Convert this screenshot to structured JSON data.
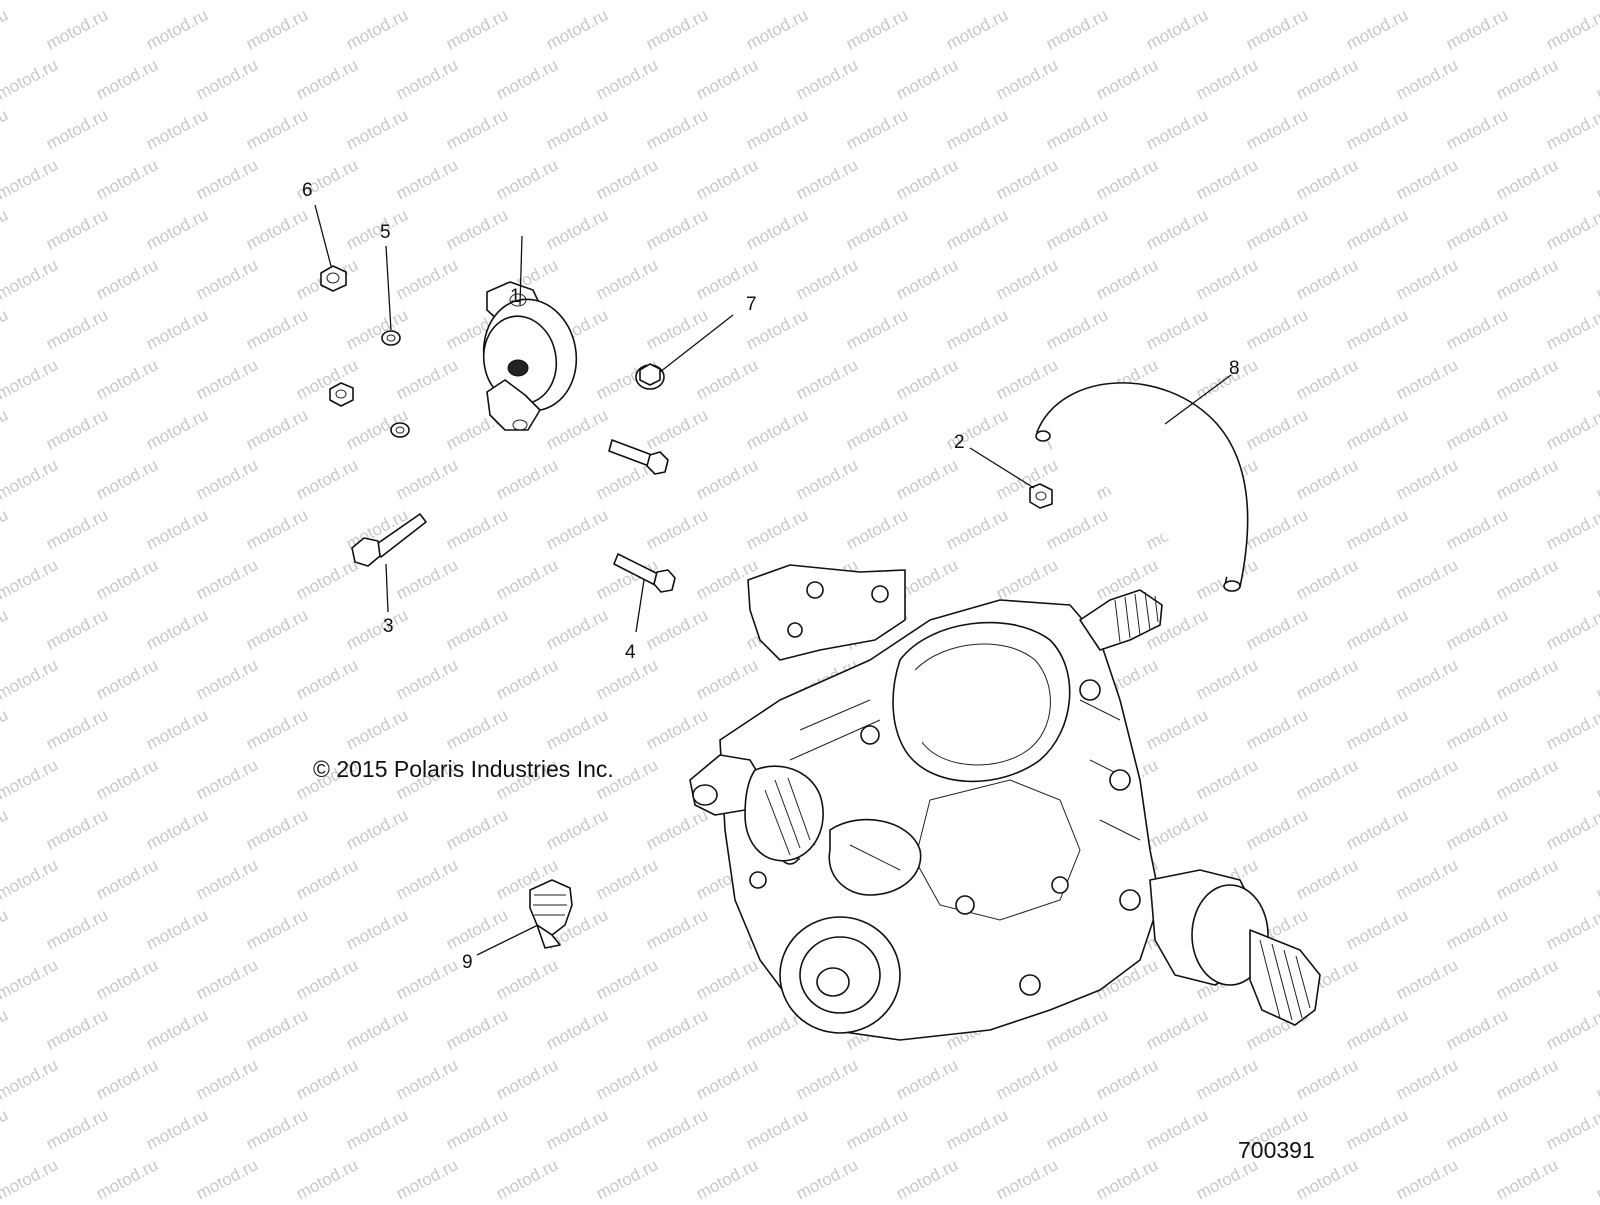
{
  "watermark": {
    "text": "motod.ru"
  },
  "copyright": "© 2015 Polaris Industries Inc.",
  "figure_number": "700391",
  "callouts": [
    "1",
    "2",
    "3",
    "4",
    "5",
    "6",
    "7",
    "8",
    "9"
  ]
}
